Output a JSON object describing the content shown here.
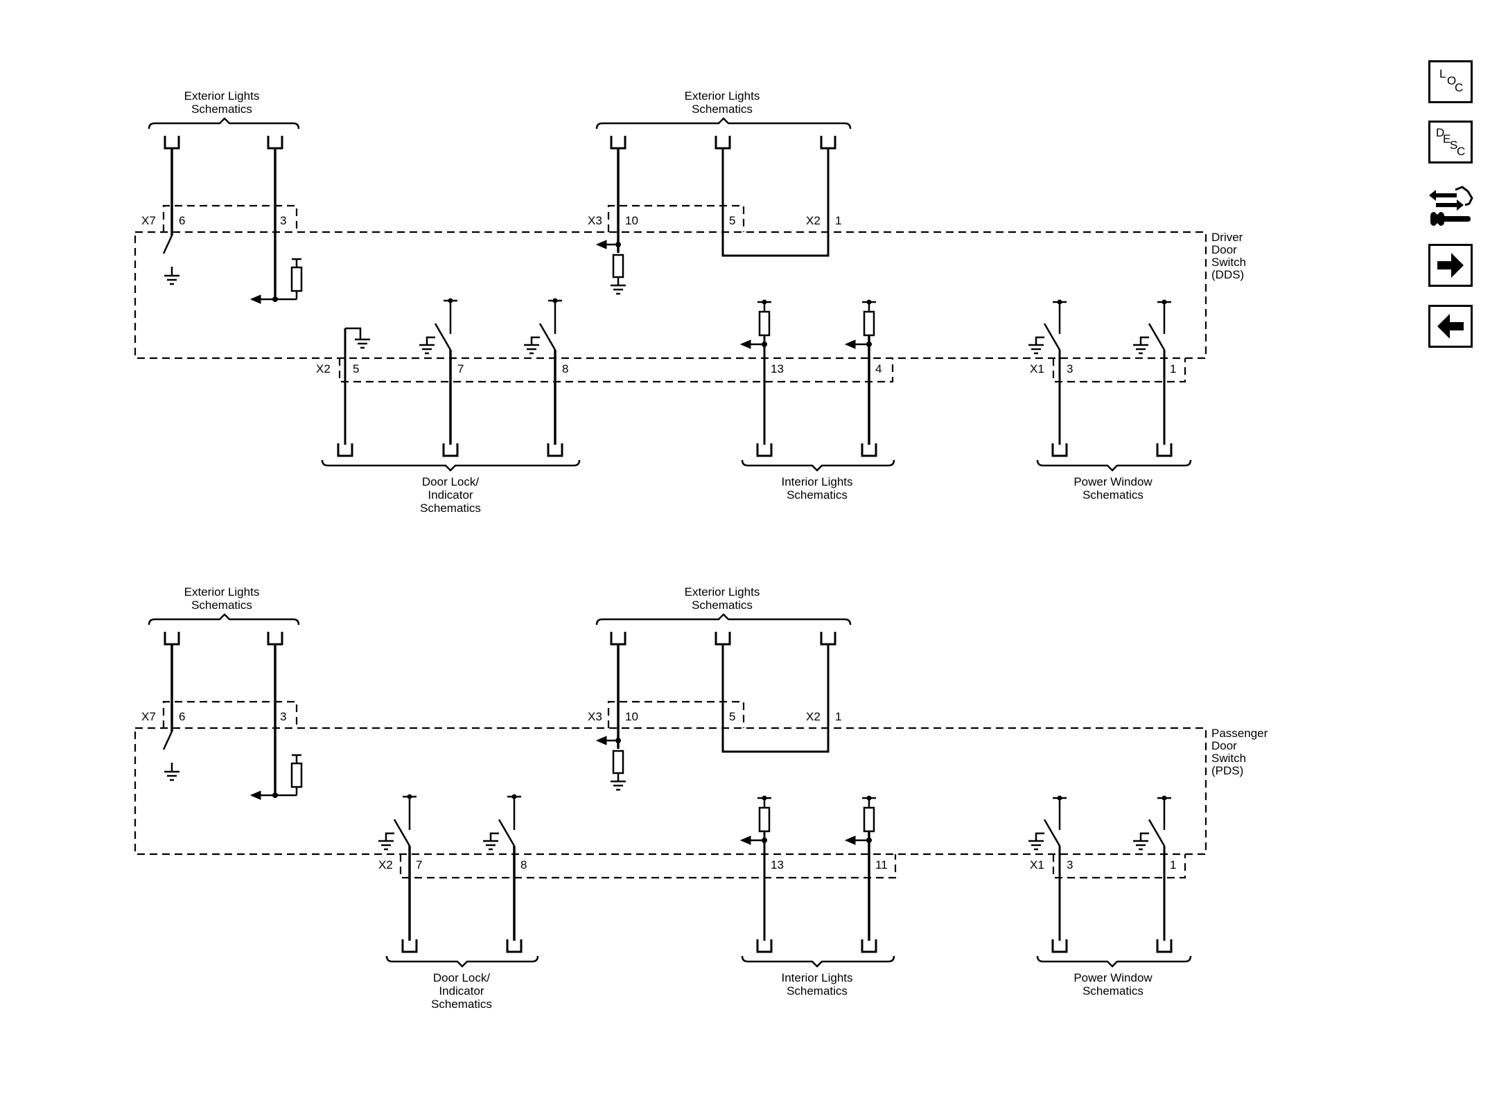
{
  "diagrams": [
    {
      "id": "dds",
      "module_label": [
        "Driver",
        "Door",
        "Switch",
        "(DDS)"
      ],
      "top_groups": [
        {
          "label": [
            "Exterior Lights",
            "Schematics"
          ]
        },
        {
          "label": [
            "Exterior Lights",
            "Schematics"
          ]
        }
      ],
      "bottom_groups": [
        {
          "label": [
            "Door Lock/",
            "Indicator",
            "Schematics"
          ]
        },
        {
          "label": [
            "Interior Lights",
            "Schematics"
          ]
        },
        {
          "label": [
            "Power Window",
            "Schematics"
          ]
        }
      ],
      "top_connectors": [
        {
          "name": "X7",
          "pins": [
            "6",
            "3"
          ]
        },
        {
          "name": "X3",
          "pins": [
            "10",
            "5"
          ]
        },
        {
          "name": "X2",
          "pins": [
            "1"
          ]
        }
      ],
      "bottom_connectors": [
        {
          "name": "X2",
          "pins": [
            "5",
            "7",
            "8",
            "13",
            "4"
          ]
        },
        {
          "name": "X1",
          "pins": [
            "3",
            "1"
          ]
        }
      ]
    },
    {
      "id": "pds",
      "module_label": [
        "Passenger",
        "Door",
        "Switch",
        "(PDS)"
      ],
      "top_groups": [
        {
          "label": [
            "Exterior Lights",
            "Schematics"
          ]
        },
        {
          "label": [
            "Exterior Lights",
            "Schematics"
          ]
        }
      ],
      "bottom_groups": [
        {
          "label": [
            "Door Lock/",
            "Indicator",
            "Schematics"
          ]
        },
        {
          "label": [
            "Interior Lights",
            "Schematics"
          ]
        },
        {
          "label": [
            "Power Window",
            "Schematics"
          ]
        }
      ],
      "top_connectors": [
        {
          "name": "X7",
          "pins": [
            "6",
            "3"
          ]
        },
        {
          "name": "X3",
          "pins": [
            "10",
            "5"
          ]
        },
        {
          "name": "X2",
          "pins": [
            "1"
          ]
        }
      ],
      "bottom_connectors": [
        {
          "name": "X2",
          "pins": [
            "7",
            "8",
            "13",
            "11"
          ]
        },
        {
          "name": "X1",
          "pins": [
            "3",
            "1"
          ]
        }
      ]
    }
  ],
  "nav": {
    "loc": {
      "letters": [
        "L",
        "O",
        "C"
      ],
      "icon": "loc-icon"
    },
    "desc": {
      "letters": [
        "D",
        "E",
        "S",
        "C"
      ],
      "icon": "desc-icon"
    },
    "tools": {
      "icon": "wrench-arrows-icon"
    },
    "next": {
      "icon": "arrow-right-icon"
    },
    "prev": {
      "icon": "arrow-left-icon"
    }
  }
}
